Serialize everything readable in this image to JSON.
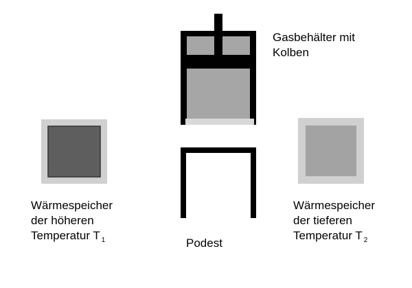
{
  "labels": {
    "gas_container": {
      "line1": "Gasbehälter mit",
      "line2": "Kolben"
    },
    "hot_reservoir": {
      "line1": "Wärmespeicher",
      "line2": "der höheren",
      "line3": "Temperatur T",
      "subscript": "1"
    },
    "cold_reservoir": {
      "line1": "Wärmespeicher",
      "line2": "der tieferen",
      "line3": "Temperatur T",
      "subscript": "2"
    },
    "platform": "Podest"
  },
  "colors": {
    "wall": "#000000",
    "gas": "#a6a6a6",
    "piston_bottom": "#d9d9d9",
    "reservoir_frame": "#d0d0d0",
    "hot_fill": "#5e5e5e",
    "cold_fill": "#a3a3a3"
  }
}
